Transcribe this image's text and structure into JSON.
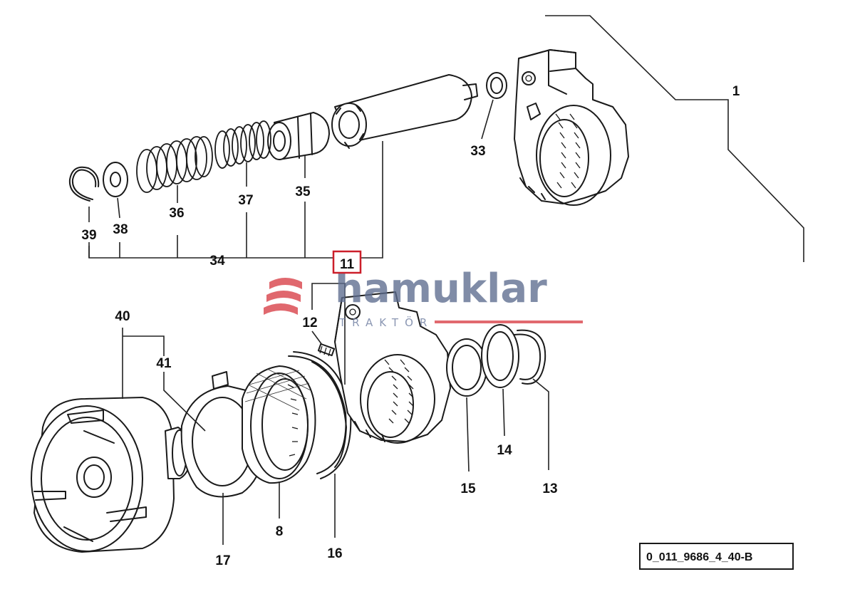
{
  "diagram": {
    "reference_code": "0_011_9686_4_40-B",
    "highlighted_part": "11",
    "callouts": {
      "c1": "1",
      "c33": "33",
      "c34": "34",
      "c35": "35",
      "c36": "36",
      "c37": "37",
      "c38": "38",
      "c39": "39",
      "c40": "40",
      "c41": "41",
      "c12": "12",
      "c13": "13",
      "c14": "14",
      "c15": "15",
      "c16": "16",
      "c17": "17",
      "c8": "8"
    }
  },
  "watermark": {
    "brand": "hamuklar",
    "tagline": "TRAKTÖR",
    "colors": {
      "logo_red": "#d9434b",
      "text": "#5d6d8f"
    }
  }
}
